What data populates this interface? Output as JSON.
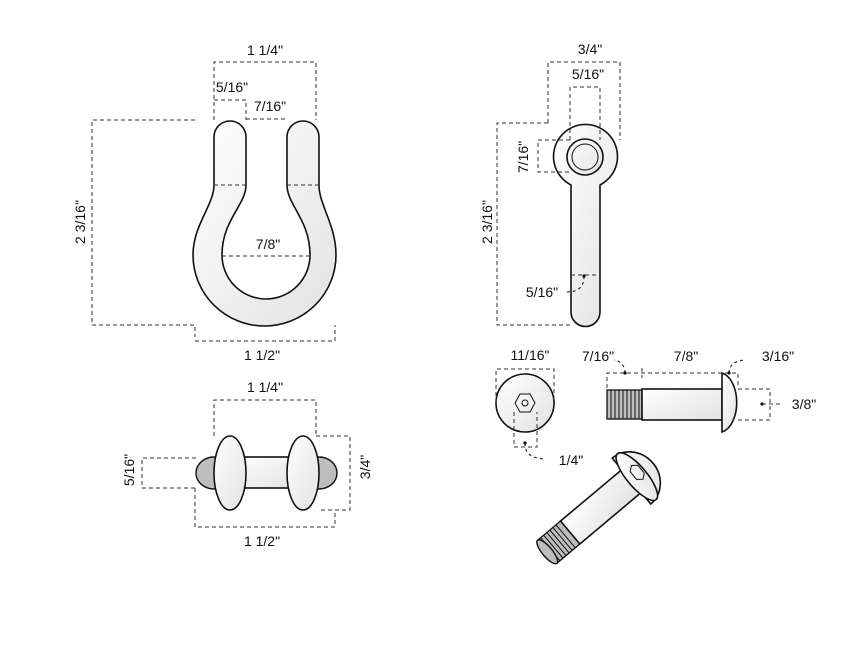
{
  "shackle_front": {
    "width_top": "1 1/4\"",
    "leg_diameter": "5/16\"",
    "gap": "7/16\"",
    "height": "2 3/16\"",
    "inner_width": "7/8\"",
    "outer_width": "1 1/2\""
  },
  "shackle_side": {
    "width_top": "1 1/4\"",
    "pin_diameter": "5/16\"",
    "disc_height": "3/4\"",
    "overall_width": "1 1/2\""
  },
  "eye_bolt": {
    "width": "3/4\"",
    "eye_inner": "5/16\"",
    "eye_height": "7/16\"",
    "height": "2 3/16\"",
    "shank_diameter": "5/16\""
  },
  "bolt": {
    "head_diameter": "11/16\"",
    "hex_size": "1/4\"",
    "thread_length": "7/16\"",
    "shank_length": "7/8\"",
    "head_height": "3/16\"",
    "shank_diameter": "3/8\""
  },
  "colors": {
    "stroke": "#111111",
    "fill": "#f4f4f4",
    "grey": "#bdbdbd"
  }
}
